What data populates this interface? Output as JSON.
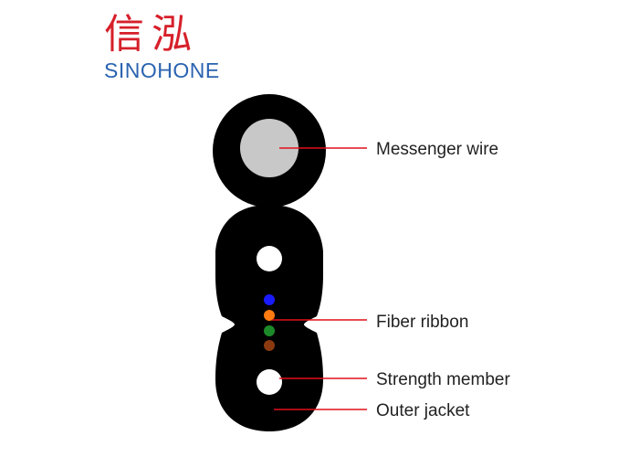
{
  "logo": {
    "chinese": "信泓",
    "english": "SINOHONE",
    "colors": {
      "chinese": "#d6202a",
      "english": "#2a63b0"
    }
  },
  "diagram": {
    "labels": {
      "messenger_wire": "Messenger wire",
      "fiber_ribbon": "Fiber ribbon",
      "strength_member": "Strength member",
      "outer_jacket": "Outer jacket"
    },
    "colors": {
      "jacket": "#000000",
      "messenger_wire": "#c8c8c8",
      "leader_line": "#e0101a",
      "fibers": [
        "#1a1aff",
        "#ff7a10",
        "#1d8a2a",
        "#8b3a10"
      ]
    }
  }
}
